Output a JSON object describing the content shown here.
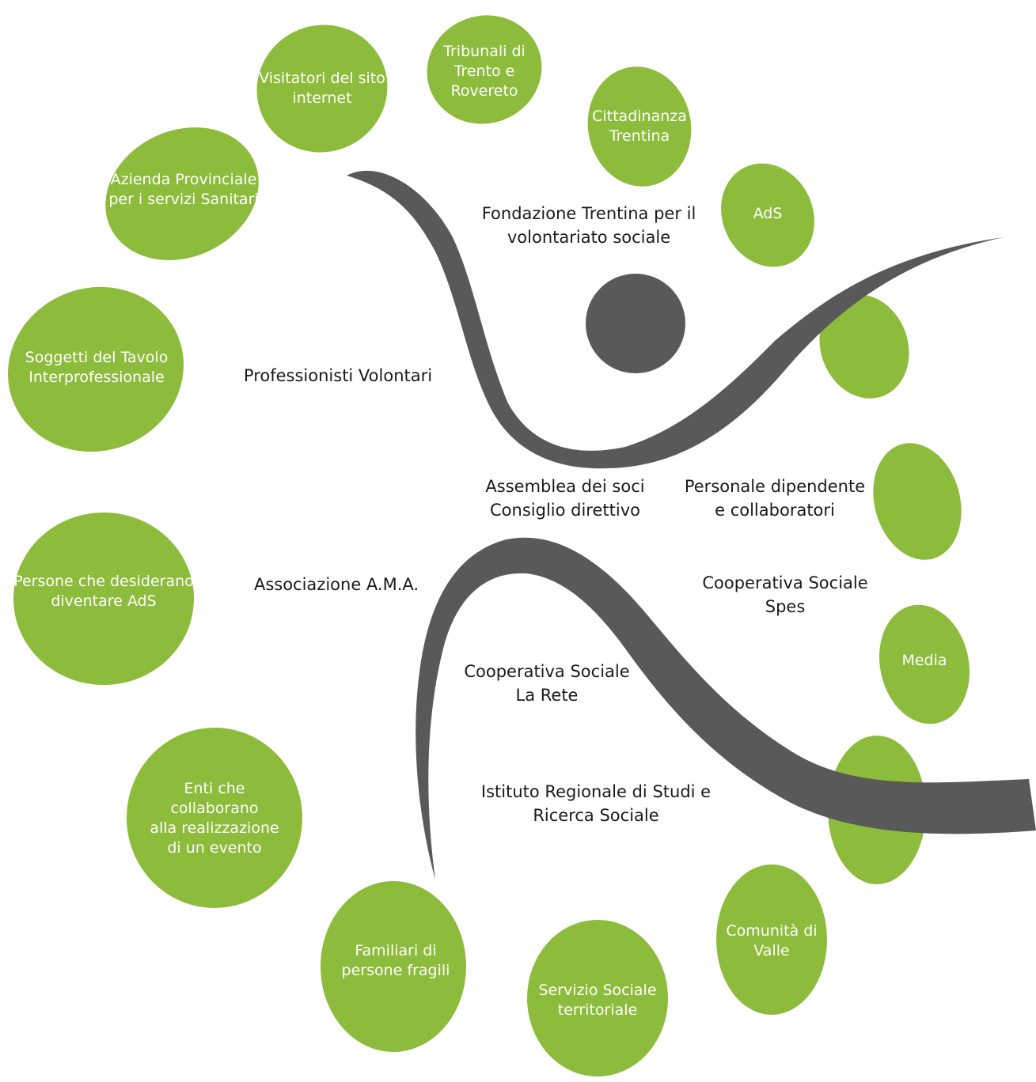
{
  "colors": {
    "bubble": "#8dbb3c",
    "figure": "#595959",
    "text": "#1a1a1a",
    "bubble_text": "#ffffff"
  },
  "stakeholders": [
    {
      "id": "visitatori",
      "label": "Visitatori del sito\ninternet"
    },
    {
      "id": "tribunali",
      "label": "Tribunali di\nTrento e\nRovereto"
    },
    {
      "id": "cittadinanza",
      "label": "Cittadinanza\nTrentina"
    },
    {
      "id": "ads",
      "label": "AdS"
    },
    {
      "id": "azienda",
      "label": "Azienda Provinciale\nper i servizi Sanitari"
    },
    {
      "id": "soggetti",
      "label": "Soggetti del Tavolo\nInterprofessionale"
    },
    {
      "id": "persone",
      "label": "Persone che desiderano\ndiventare AdS"
    },
    {
      "id": "enti",
      "label": "Enti che\ncollaborano\nalla realizzazione\ndi un evento"
    },
    {
      "id": "familiari",
      "label": "Familiari di\npersone fragili"
    },
    {
      "id": "servizio",
      "label": "Servizio Sociale\nterritoriale"
    },
    {
      "id": "comunita",
      "label": "Comunità di\nValle"
    },
    {
      "id": "media",
      "label": "Media"
    },
    {
      "id": "blank-right-upper",
      "label": ""
    },
    {
      "id": "blank-right-middle",
      "label": ""
    },
    {
      "id": "blank-right-lower",
      "label": ""
    }
  ],
  "internal": [
    {
      "id": "fondazione",
      "label": "Fondazione Trentina per il\nvolontariato sociale"
    },
    {
      "id": "professionisti",
      "label": "Professionisti Volontari"
    },
    {
      "id": "assemblea",
      "label": "Assemblea dei soci\nConsiglio direttivo"
    },
    {
      "id": "personale",
      "label": "Personale dipendente\ne collaboratori"
    },
    {
      "id": "ama",
      "label": "Associazione A.M.A."
    },
    {
      "id": "spes",
      "label": "Cooperativa Sociale\nSpes"
    },
    {
      "id": "rete",
      "label": "Cooperativa Sociale\nLa Rete"
    },
    {
      "id": "istituto",
      "label": "Istituto Regionale di Studi e\nRicerca Sociale"
    }
  ]
}
